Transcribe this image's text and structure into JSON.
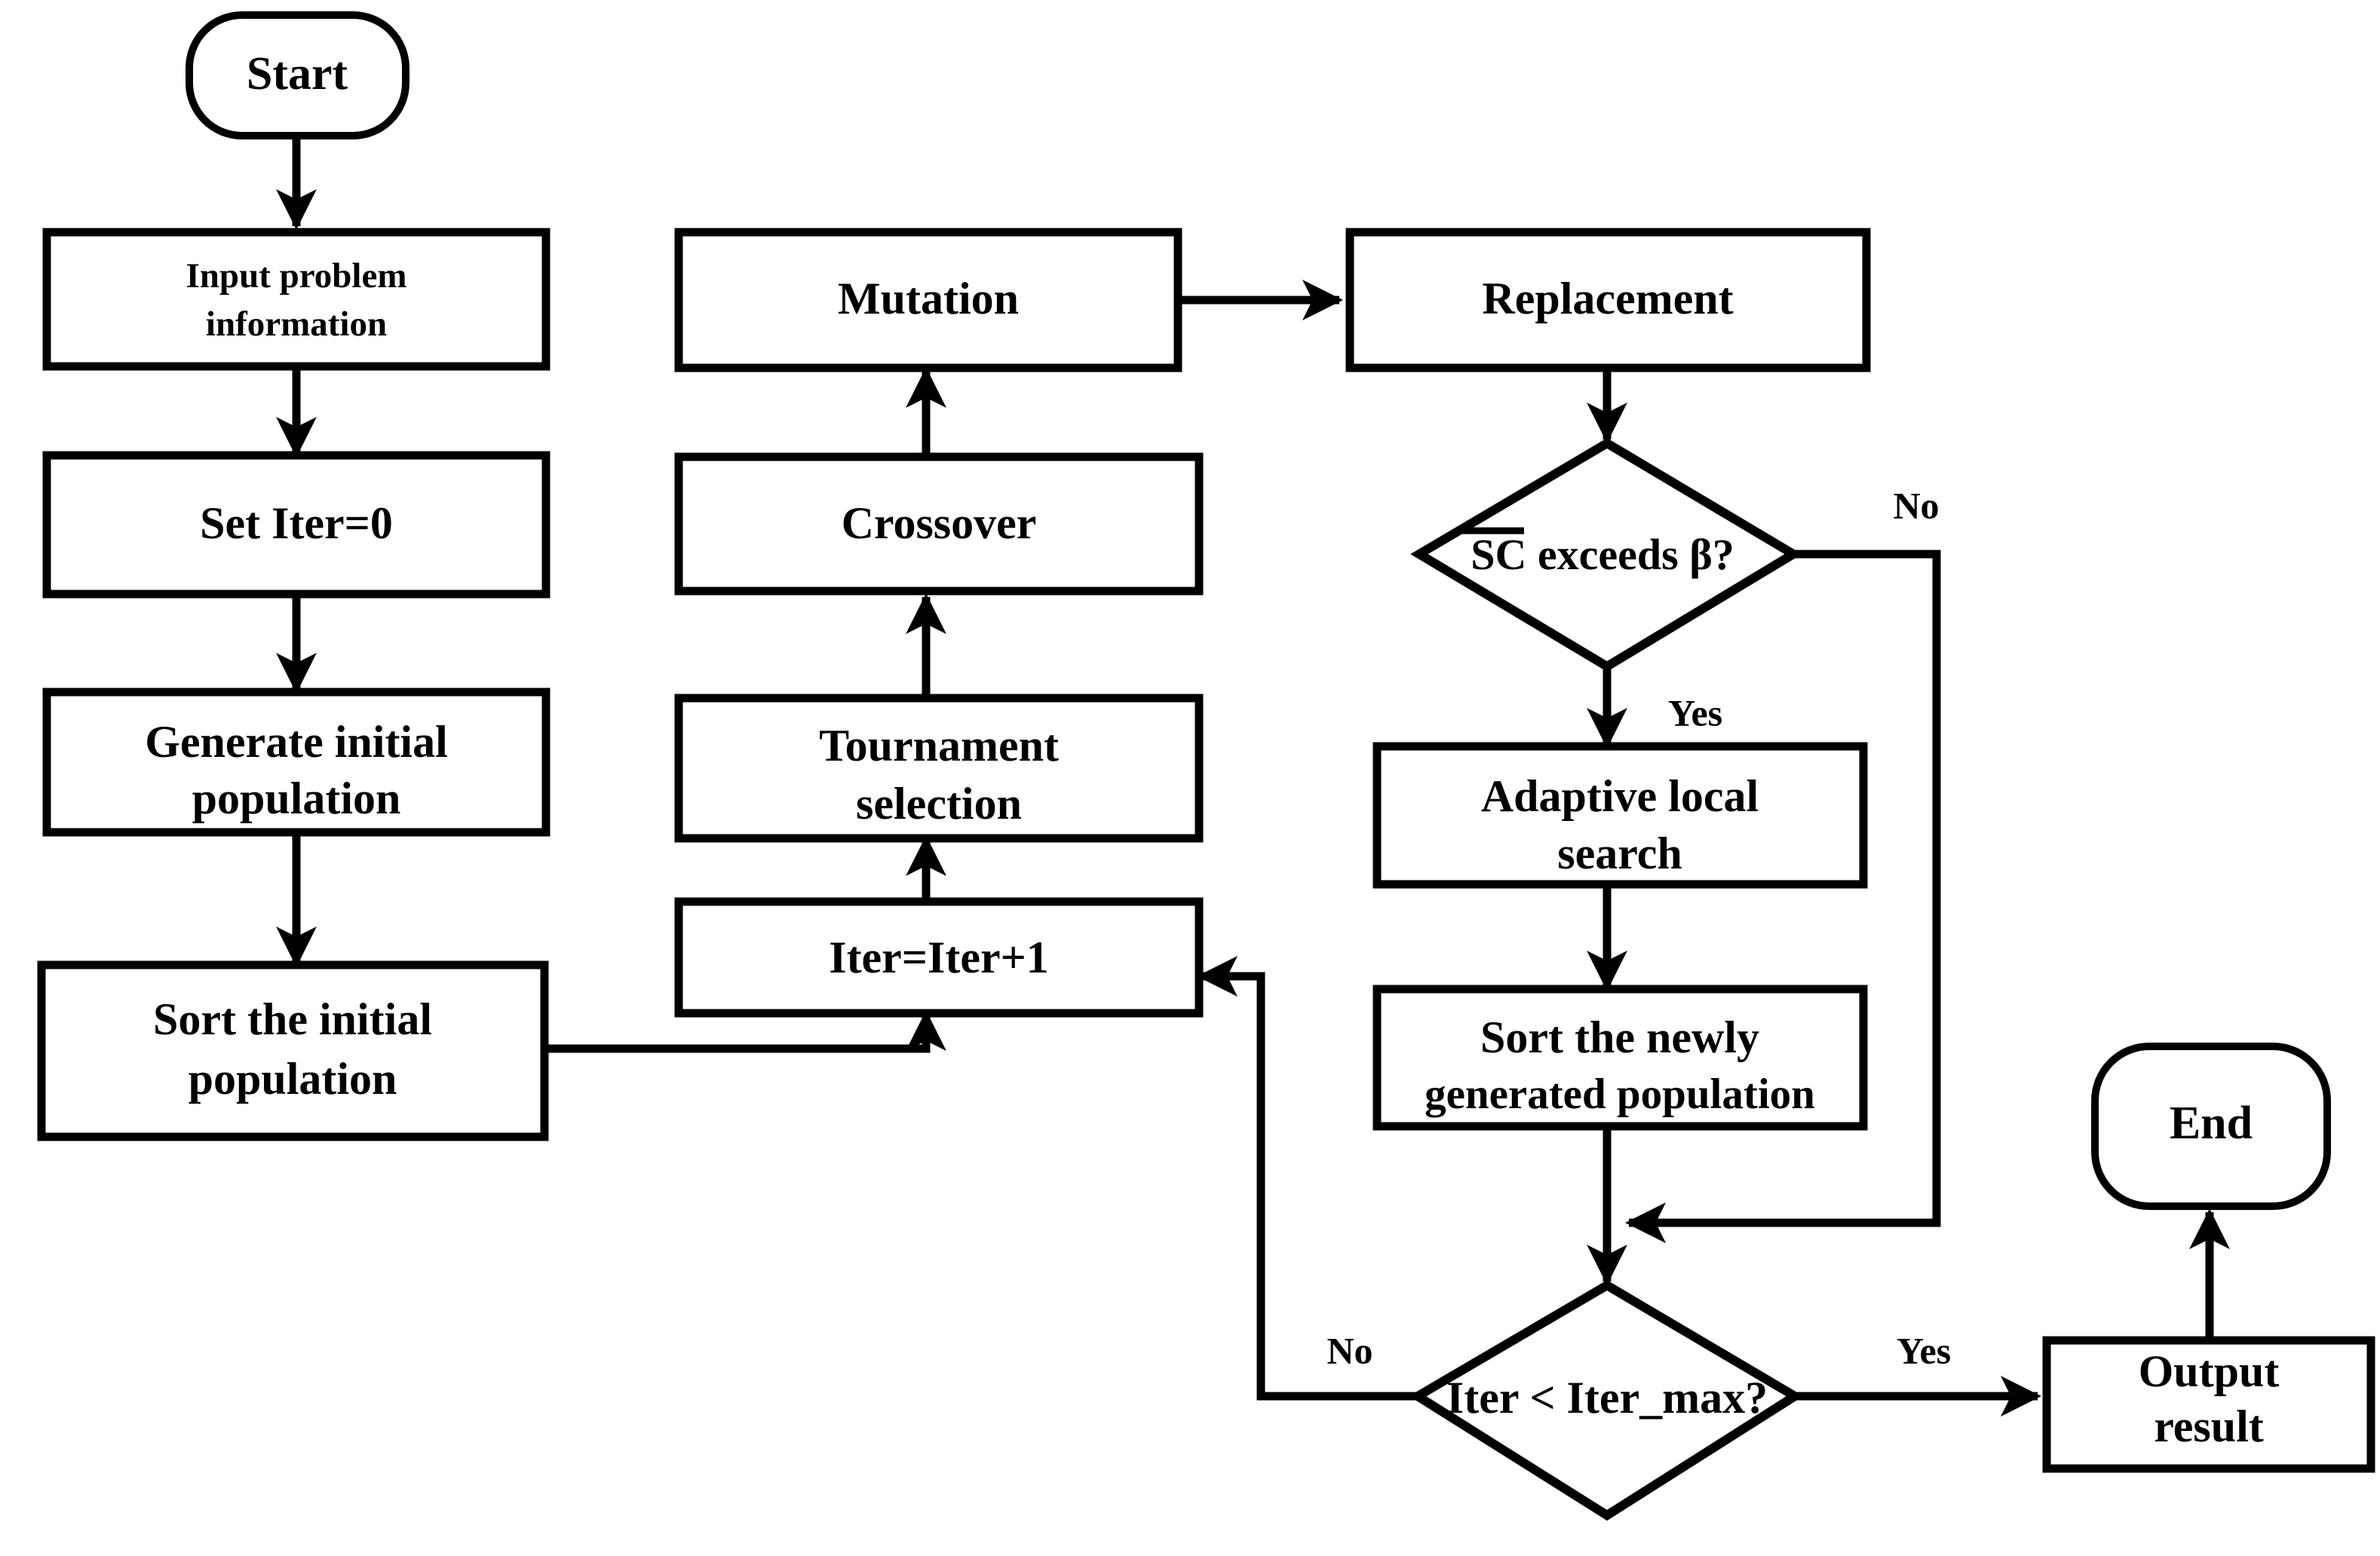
{
  "diagram": {
    "type": "flowchart",
    "title": "Algorithm flowchart",
    "orientation": "top-to-bottom, three columns",
    "background_color": "#ffffff",
    "line_color": "#000000",
    "text_color": "#000000"
  },
  "nodes": {
    "start": {
      "label": "Start",
      "shape": "terminal"
    },
    "input_problem": {
      "label_line1": "Input problem",
      "label_line2": "information",
      "shape": "process"
    },
    "set_iter": {
      "label": "Set Iter=0",
      "shape": "process"
    },
    "generate_initial": {
      "label_line1": "Generate initial",
      "label_line2": "population",
      "shape": "process"
    },
    "sort_initial": {
      "label_line1": "Sort the initial",
      "label_line2": "population",
      "shape": "process"
    },
    "iter_increment": {
      "label": "Iter=Iter+1",
      "shape": "process"
    },
    "tournament": {
      "label_line1": "Tournament",
      "label_line2": "selection",
      "shape": "process"
    },
    "crossover": {
      "label": "Crossover",
      "shape": "process"
    },
    "mutation": {
      "label": "Mutation",
      "shape": "process"
    },
    "replacement": {
      "label": "Replacement",
      "shape": "process"
    },
    "sc_decision": {
      "label_prefix": "SC",
      "label_suffix": " exceeds β?",
      "overline_on": "SC",
      "shape": "decision"
    },
    "adaptive_local_search": {
      "label_line1": "Adaptive local",
      "label_line2": "search",
      "shape": "process"
    },
    "sort_newly": {
      "label_line1": "Sort the newly",
      "label_line2": "generated population",
      "shape": "process"
    },
    "iter_max_decision": {
      "label": "Iter < Iter_max?",
      "shape": "decision"
    },
    "output_result": {
      "label_line1": "Output",
      "label_line2": "result",
      "shape": "process"
    },
    "end": {
      "label": "End",
      "shape": "terminal"
    }
  },
  "edge_labels": {
    "sc_no": "No",
    "sc_yes": "Yes",
    "iter_no": "No",
    "iter_yes": "Yes"
  },
  "edges": [
    {
      "from": "start",
      "to": "input_problem",
      "label": ""
    },
    {
      "from": "input_problem",
      "to": "set_iter",
      "label": ""
    },
    {
      "from": "set_iter",
      "to": "generate_initial",
      "label": ""
    },
    {
      "from": "generate_initial",
      "to": "sort_initial",
      "label": ""
    },
    {
      "from": "sort_initial",
      "to": "iter_increment",
      "label": ""
    },
    {
      "from": "iter_increment",
      "to": "tournament",
      "label": ""
    },
    {
      "from": "tournament",
      "to": "crossover",
      "label": ""
    },
    {
      "from": "crossover",
      "to": "mutation",
      "label": ""
    },
    {
      "from": "mutation",
      "to": "replacement",
      "label": ""
    },
    {
      "from": "replacement",
      "to": "sc_decision",
      "label": ""
    },
    {
      "from": "sc_decision",
      "to": "adaptive_local_search",
      "label": "Yes"
    },
    {
      "from": "sc_decision",
      "to": "iter_max_decision",
      "label": "No"
    },
    {
      "from": "adaptive_local_search",
      "to": "sort_newly",
      "label": ""
    },
    {
      "from": "sort_newly",
      "to": "iter_max_decision",
      "label": ""
    },
    {
      "from": "iter_max_decision",
      "to": "iter_increment",
      "label": "No"
    },
    {
      "from": "iter_max_decision",
      "to": "output_result",
      "label": "Yes"
    },
    {
      "from": "output_result",
      "to": "end",
      "label": ""
    }
  ]
}
